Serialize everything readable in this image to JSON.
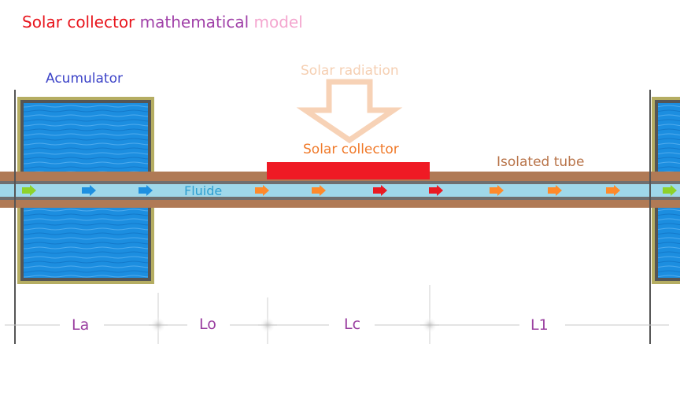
{
  "title": {
    "word1": "Solar collector",
    "word2": "mathematical",
    "word3": "model",
    "color1": "#e8141c",
    "color2": "#a040a8",
    "color3": "#f4a6cf"
  },
  "labels": {
    "accumulator": "Acumulator",
    "solar_radiation": "Solar radiation",
    "solar_collector": "Solar collector",
    "isolated_tube": "Isolated tube",
    "fluid": "Fluide"
  },
  "dimensions": {
    "la": "La",
    "lo": "Lo",
    "lc": "Lc",
    "l1": "L1"
  },
  "colors": {
    "tank_border": "#b5ad62",
    "water": "#1c8ee0",
    "tube_wall": "#b07a55",
    "fluid": "#9fd8ea",
    "collector": "#ef1a24",
    "radiation_arrow": "#f7d2b6",
    "accumulator_text": "#3d44c8",
    "radiation_text": "#f5cfb2",
    "collector_text": "#f07a2a",
    "isolated_text": "#b87348",
    "fluid_text": "#2f9fd0",
    "dimension_text": "#9a3fa0",
    "arrow_green": "#8ed22a",
    "arrow_blue": "#1e90e0",
    "arrow_orange": "#ff8a2a",
    "arrow_red": "#ea1a22"
  }
}
